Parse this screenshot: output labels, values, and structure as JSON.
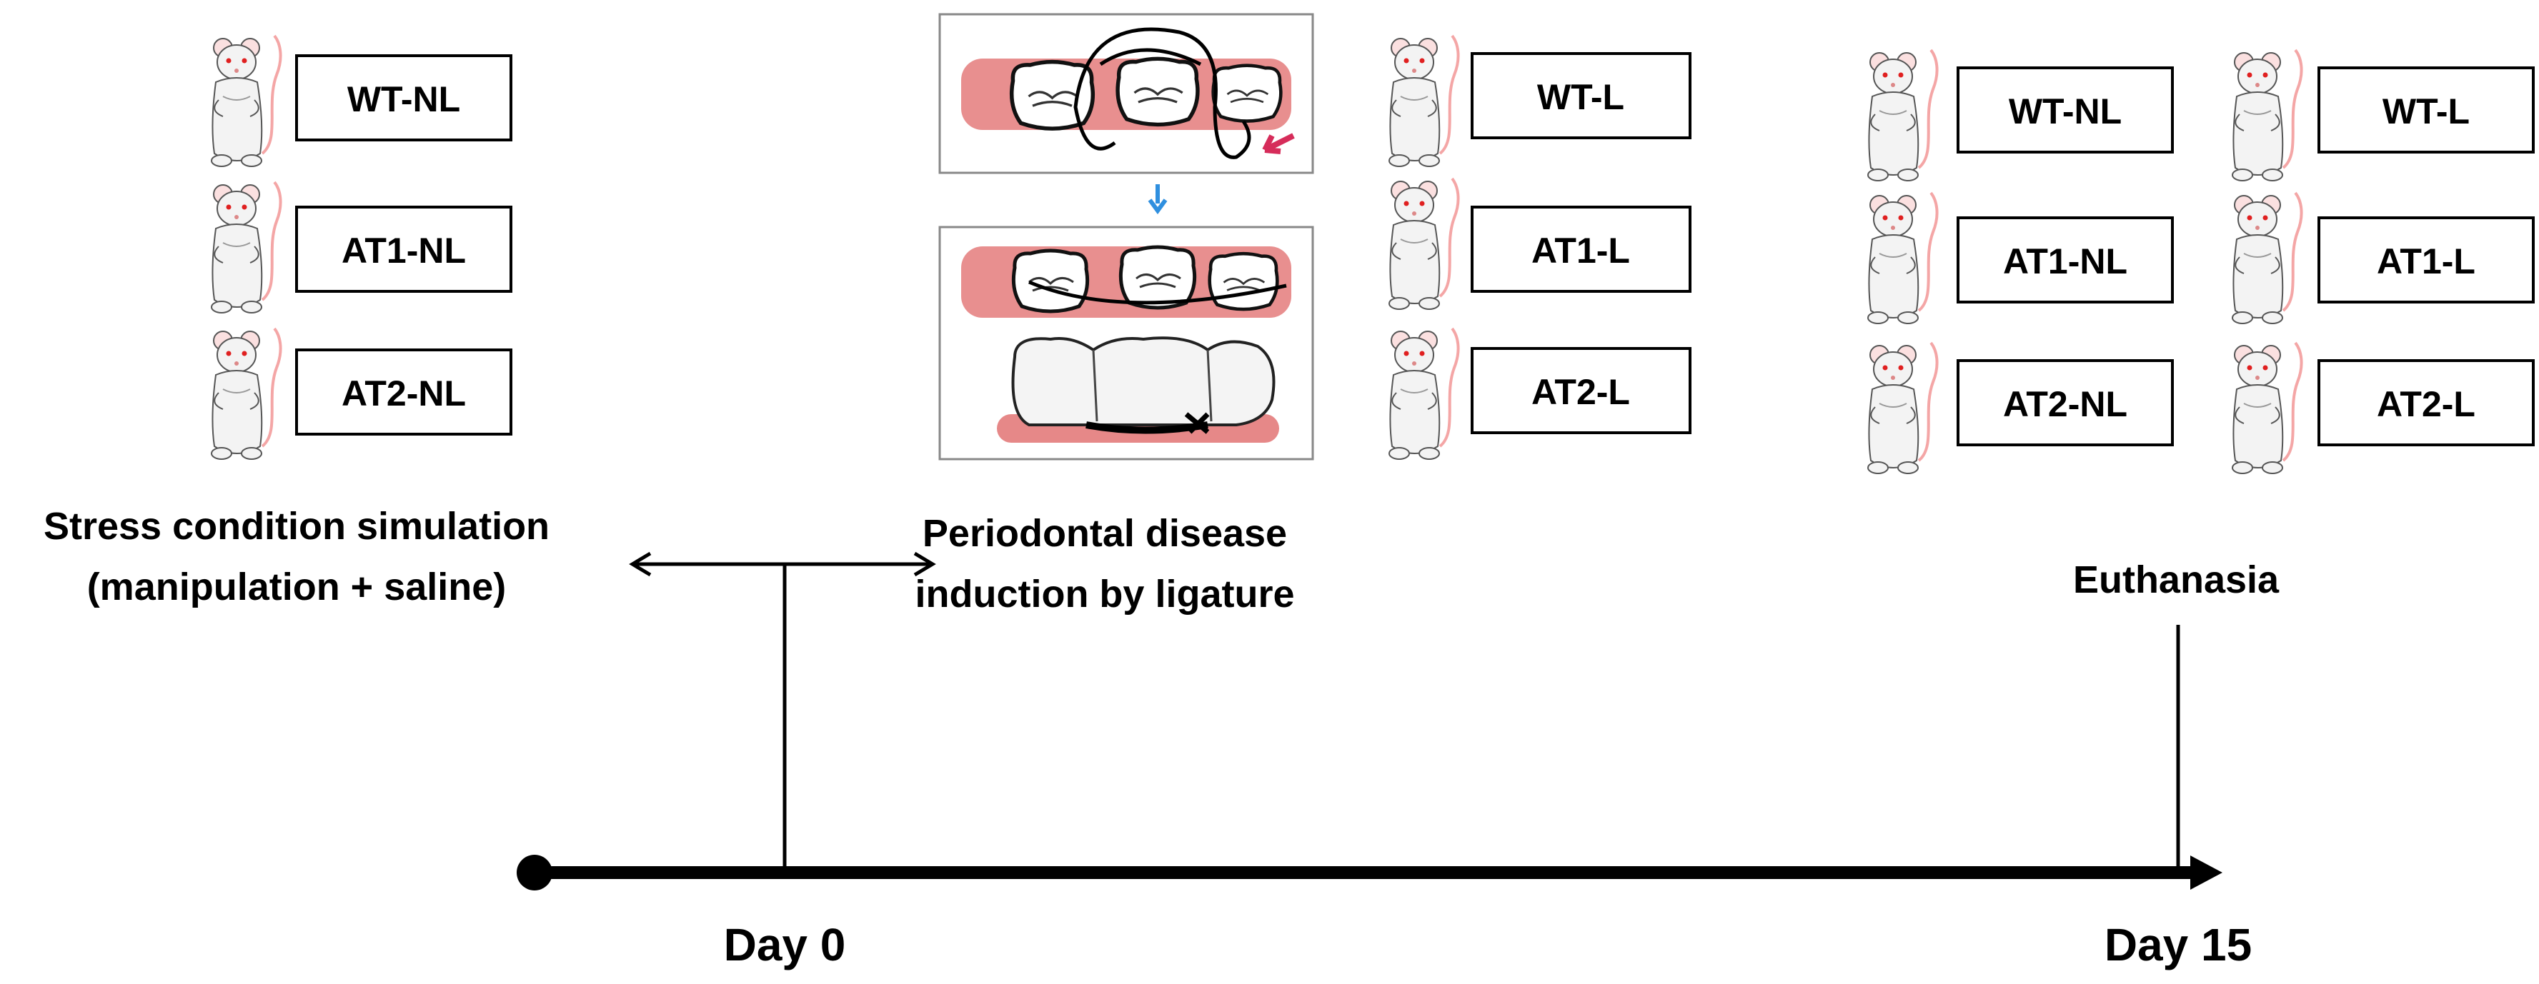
{
  "phases": {
    "stress": {
      "line1": "Stress condition simulation",
      "line2": "(manipulation + saline)",
      "groups": [
        "WT-NL",
        "AT1-NL",
        "AT2-NL"
      ]
    },
    "ligature": {
      "line1": "Periodontal disease",
      "line2": "induction by ligature",
      "groups": [
        "WT-L",
        "AT1-L",
        "AT2-L"
      ]
    },
    "euthanasia": {
      "label": "Euthanasia",
      "groups_nl": [
        "WT-NL",
        "AT1-NL",
        "AT2-NL"
      ],
      "groups_l": [
        "WT-L",
        "AT1-L",
        "AT2-L"
      ]
    }
  },
  "timeline": {
    "start_label": "Day 0",
    "end_label": "Day 15"
  },
  "icons": [
    "rat-icon",
    "ligature-teeth-illustration",
    "down-arrow-icon",
    "double-arrow-icon"
  ],
  "colors": {
    "line": "#000000",
    "gingiva": "#e06a6a",
    "ligature_arrow": "#d62c5a",
    "blue_arrow": "#2f8fdf",
    "rat_eye": "#e02020",
    "rat_tail": "#f4a6a6"
  }
}
